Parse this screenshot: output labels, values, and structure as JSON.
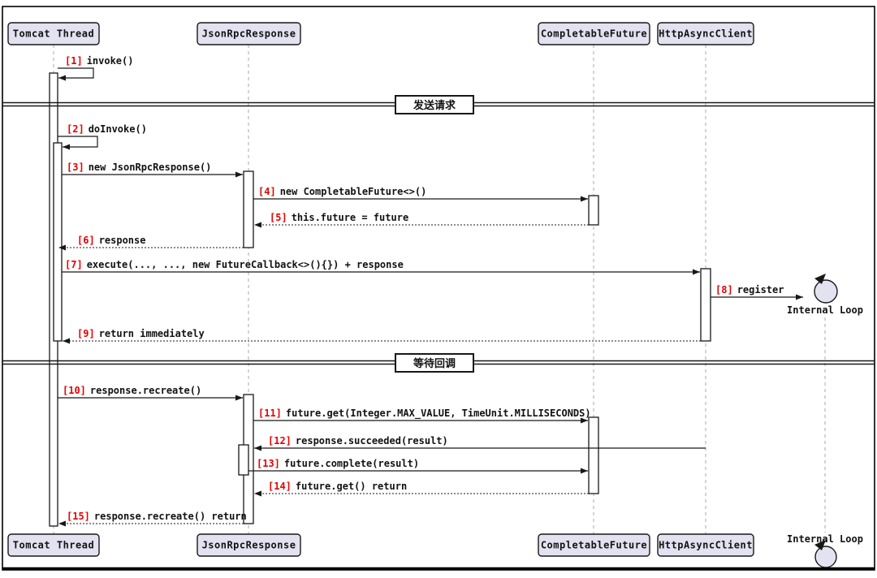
{
  "diagram": {
    "participants": [
      {
        "name": "Tomcat Thread"
      },
      {
        "name": "JsonRpcResponse"
      },
      {
        "name": "CompletableFuture"
      },
      {
        "name": "HttpAsyncClient"
      }
    ],
    "control": {
      "name": "Internal Loop"
    },
    "dividers": [
      {
        "label": "发送请求"
      },
      {
        "label": "等待回调"
      }
    ],
    "messages": [
      {
        "num": "[1]",
        "label": "invoke()"
      },
      {
        "num": "[2]",
        "label": "doInvoke()"
      },
      {
        "num": "[3]",
        "label": "new JsonRpcResponse()"
      },
      {
        "num": "[4]",
        "label": "new CompletableFuture<>()"
      },
      {
        "num": "[5]",
        "label": "this.future = future"
      },
      {
        "num": "[6]",
        "label": "response"
      },
      {
        "num": "[7]",
        "label": "execute(..., ..., new FutureCallback<>(){}) + response"
      },
      {
        "num": "[8]",
        "label": "register"
      },
      {
        "num": "[9]",
        "label": "return immediately"
      },
      {
        "num": "[10]",
        "label": "response.recreate()"
      },
      {
        "num": "[11]",
        "label": "future.get(Integer.MAX_VALUE, TimeUnit.MILLISECONDS)"
      },
      {
        "num": "[12]",
        "label": "response.succeeded(result)"
      },
      {
        "num": "[13]",
        "label": "future.complete(result)"
      },
      {
        "num": "[14]",
        "label": "future.get() return"
      },
      {
        "num": "[15]",
        "label": "response.recreate() return"
      }
    ],
    "colors": {
      "participant_fill": "#e2e2f0",
      "border": "#181818",
      "autonumber_red": "#e60000",
      "lifeline_gray": "#a8a8a8"
    }
  }
}
